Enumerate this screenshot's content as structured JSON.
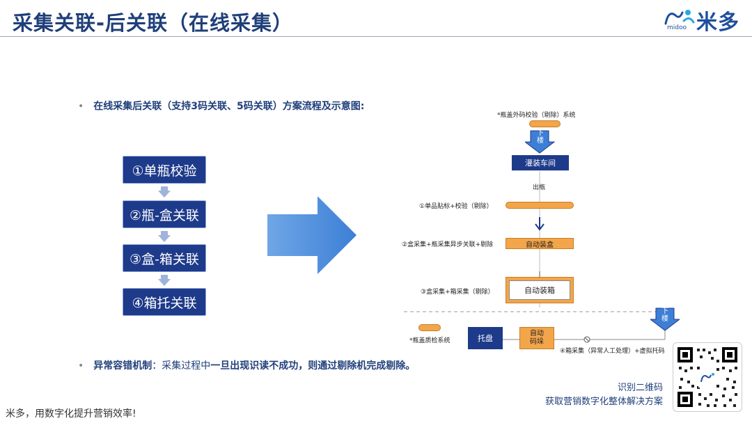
{
  "header": {
    "title": "采集关联-后关联（在线采集）",
    "logo_text": "米多",
    "logo_sub": "midoo"
  },
  "bullets": {
    "intro": "在线采集后关联（支持3码关联、5码关联）方案流程及示意图:",
    "error_label": "异常容错机制",
    "error_colon": "：",
    "error_normal": "采集过程中",
    "error_bold": "一旦出现识读不成功，则通过剔除机完成剔除。"
  },
  "steps": [
    "①单瓶校验",
    "②瓶-盒关联",
    "③盒-箱关联",
    "④箱托关联"
  ],
  "flow": {
    "cap_check": "*瓶盖外码校验（剔除）系统",
    "down_label_1": "下\n楼",
    "filling": "灌装车间",
    "out_bottle": "出瓶",
    "single_label": "①单品贴标+校验（剔除）",
    "box_label": "②盒采集+瓶采集异步关联+剔除",
    "auto_box": "自动装盒",
    "case_label": "③盒采集+箱采集（剔除）",
    "auto_case": "自动装箱",
    "down_label_2": "下\n楼",
    "cap_quality": "*瓶盖质检系统",
    "pallet": "托盘",
    "auto_stack": "自动\n码垛",
    "case_collect": "④箱采集（异常人工处理）+虚拟托码"
  },
  "qr": {
    "line1": "识别二维码",
    "line2": "获取营销数字化整体解决方案"
  },
  "footer": "米多，用数字化提升营销效率!",
  "colors": {
    "primary": "#1e3a8a",
    "orange": "#f3a54a",
    "title": "#1f3f7a"
  }
}
